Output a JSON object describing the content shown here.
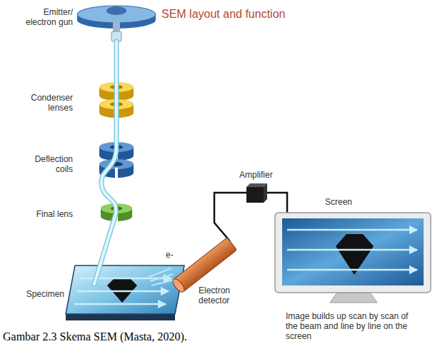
{
  "diagram": {
    "title": "SEM layout and function",
    "caption": "Gambar 2.3 Skema SEM (Masta, 2020).",
    "labels": [
      "Emitter/ electron gun",
      "Condenser lenses",
      "Deflection coils",
      "Final lens",
      "Specimen",
      "e-",
      "Electron detector",
      "Amplifier",
      "Screen",
      "Image builds up scan by scan of the beam and line by line on the screen"
    ]
  }
}
